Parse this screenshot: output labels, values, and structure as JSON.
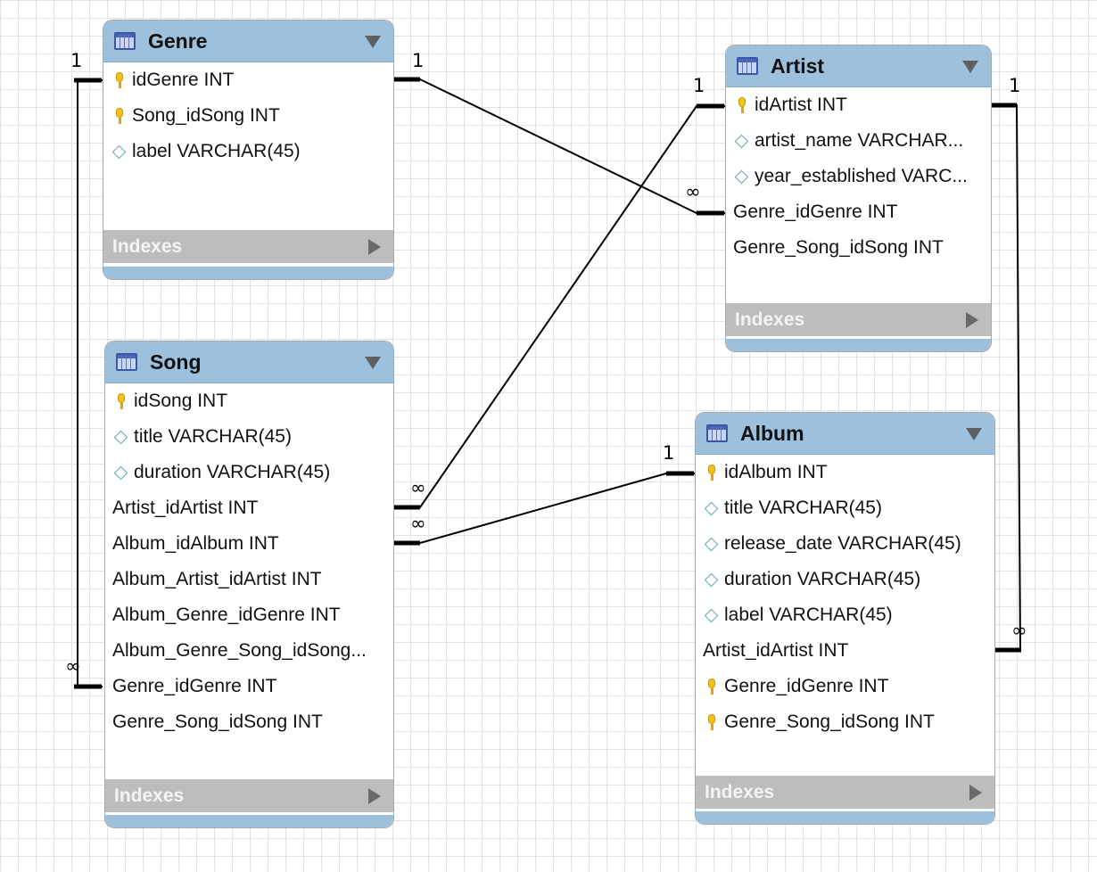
{
  "tables": {
    "genre": {
      "title": "Genre",
      "columns": [
        {
          "icon": "primary-key-icon",
          "label": "idGenre INT"
        },
        {
          "icon": "primary-key-icon",
          "label": "Song_idSong INT"
        },
        {
          "icon": "attribute-diamond-icon",
          "label": "label VARCHAR(45)"
        }
      ],
      "indexes_label": "Indexes"
    },
    "song": {
      "title": "Song",
      "columns": [
        {
          "icon": "primary-key-icon",
          "label": "idSong INT"
        },
        {
          "icon": "attribute-diamond-icon",
          "label": "title VARCHAR(45)"
        },
        {
          "icon": "attribute-diamond-icon",
          "label": "duration VARCHAR(45)"
        },
        {
          "icon": "none",
          "label": "Artist_idArtist INT"
        },
        {
          "icon": "none",
          "label": "Album_idAlbum INT"
        },
        {
          "icon": "none",
          "label": "Album_Artist_idArtist INT"
        },
        {
          "icon": "none",
          "label": "Album_Genre_idGenre INT"
        },
        {
          "icon": "none",
          "label": "Album_Genre_Song_idSong..."
        },
        {
          "icon": "none",
          "label": "Genre_idGenre INT"
        },
        {
          "icon": "none",
          "label": "Genre_Song_idSong INT"
        }
      ],
      "indexes_label": "Indexes"
    },
    "artist": {
      "title": "Artist",
      "columns": [
        {
          "icon": "primary-key-icon",
          "label": "idArtist INT"
        },
        {
          "icon": "attribute-diamond-icon",
          "label": "artist_name VARCHAR..."
        },
        {
          "icon": "attribute-diamond-icon",
          "label": "year_established VARC..."
        },
        {
          "icon": "none",
          "label": "Genre_idGenre INT"
        },
        {
          "icon": "none",
          "label": "Genre_Song_idSong INT"
        }
      ],
      "indexes_label": "Indexes"
    },
    "album": {
      "title": "Album",
      "columns": [
        {
          "icon": "primary-key-icon",
          "label": "idAlbum INT"
        },
        {
          "icon": "attribute-diamond-icon",
          "label": "title VARCHAR(45)"
        },
        {
          "icon": "attribute-diamond-icon",
          "label": "release_date VARCHAR(45)"
        },
        {
          "icon": "attribute-diamond-icon",
          "label": "duration VARCHAR(45)"
        },
        {
          "icon": "attribute-diamond-icon",
          "label": "label VARCHAR(45)"
        },
        {
          "icon": "none",
          "label": "Artist_idArtist INT"
        },
        {
          "icon": "primary-key-icon",
          "label": "Genre_idGenre INT"
        },
        {
          "icon": "primary-key-icon",
          "label": "Genre_Song_idSong INT"
        }
      ],
      "indexes_label": "Indexes"
    }
  },
  "relationships": [
    {
      "from": "Genre.idGenre",
      "to": "Song.Genre_idGenre",
      "from_card": "1",
      "to_card": "∞"
    },
    {
      "from": "Genre.idGenre",
      "to": "Artist.Genre_idGenre",
      "from_card": "1",
      "to_card": "∞"
    },
    {
      "from": "Artist.idArtist",
      "to": "Song.Artist_idArtist",
      "from_card": "1",
      "to_card": "∞"
    },
    {
      "from": "Album.idAlbum",
      "to": "Song.Album_idAlbum",
      "from_card": "1",
      "to_card": "∞"
    },
    {
      "from": "Artist.idArtist",
      "to": "Album.Artist_idArtist",
      "from_card": "1",
      "to_card": "∞"
    }
  ],
  "colors": {
    "header": "#9dc1dc",
    "index_bar": "#bdbdbd",
    "grid": "#e3e3e3",
    "key": "#f2c318",
    "diamond": "#5fa5ad"
  }
}
